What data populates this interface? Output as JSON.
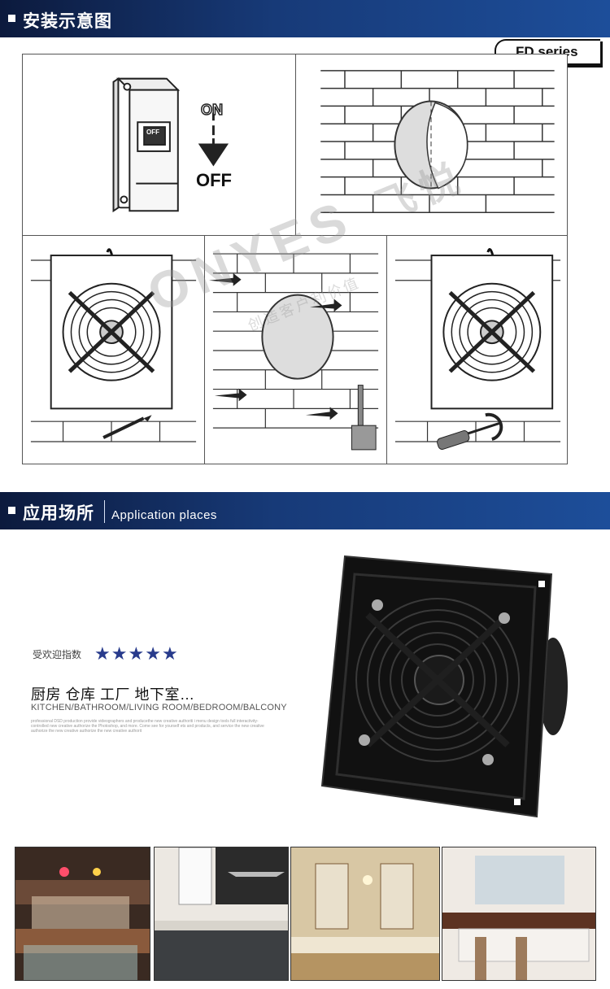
{
  "section1": {
    "title": "安装示意图",
    "series_tab": "FD series"
  },
  "install_steps": {
    "switch_on": "ON",
    "switch_off": "OFF",
    "breaker_label": "OFF"
  },
  "watermark": {
    "brand": "ONYES",
    "brand_cn": "飞悦",
    "slogan": "创造客户利价值"
  },
  "section2": {
    "title": "应用场所",
    "subtitle": "Application places"
  },
  "rating": {
    "label": "受欢迎指数",
    "stars": 5
  },
  "places": {
    "cn": "厨房  仓库  工厂  地下室…",
    "en": "KITCHEN/BATHROOM/LIVING ROOM/BEDROOM/BALCONY",
    "fineprint": "professional DSD production provide videographers and producethe new creative authoriti i menu design tools full interactivity-controlled new creative authorize the Photoshop, and more. Come see for yourself ets and products, and service the new creative authorize the new creative authorize the new creative authorit"
  },
  "colors": {
    "banner_dark": "#0c1a3d",
    "banner_light": "#1d4e9a",
    "star": "#283b8c"
  },
  "photos": [
    "mall-photo",
    "kitchen-photo",
    "bathroom-photo",
    "dining-photo"
  ]
}
